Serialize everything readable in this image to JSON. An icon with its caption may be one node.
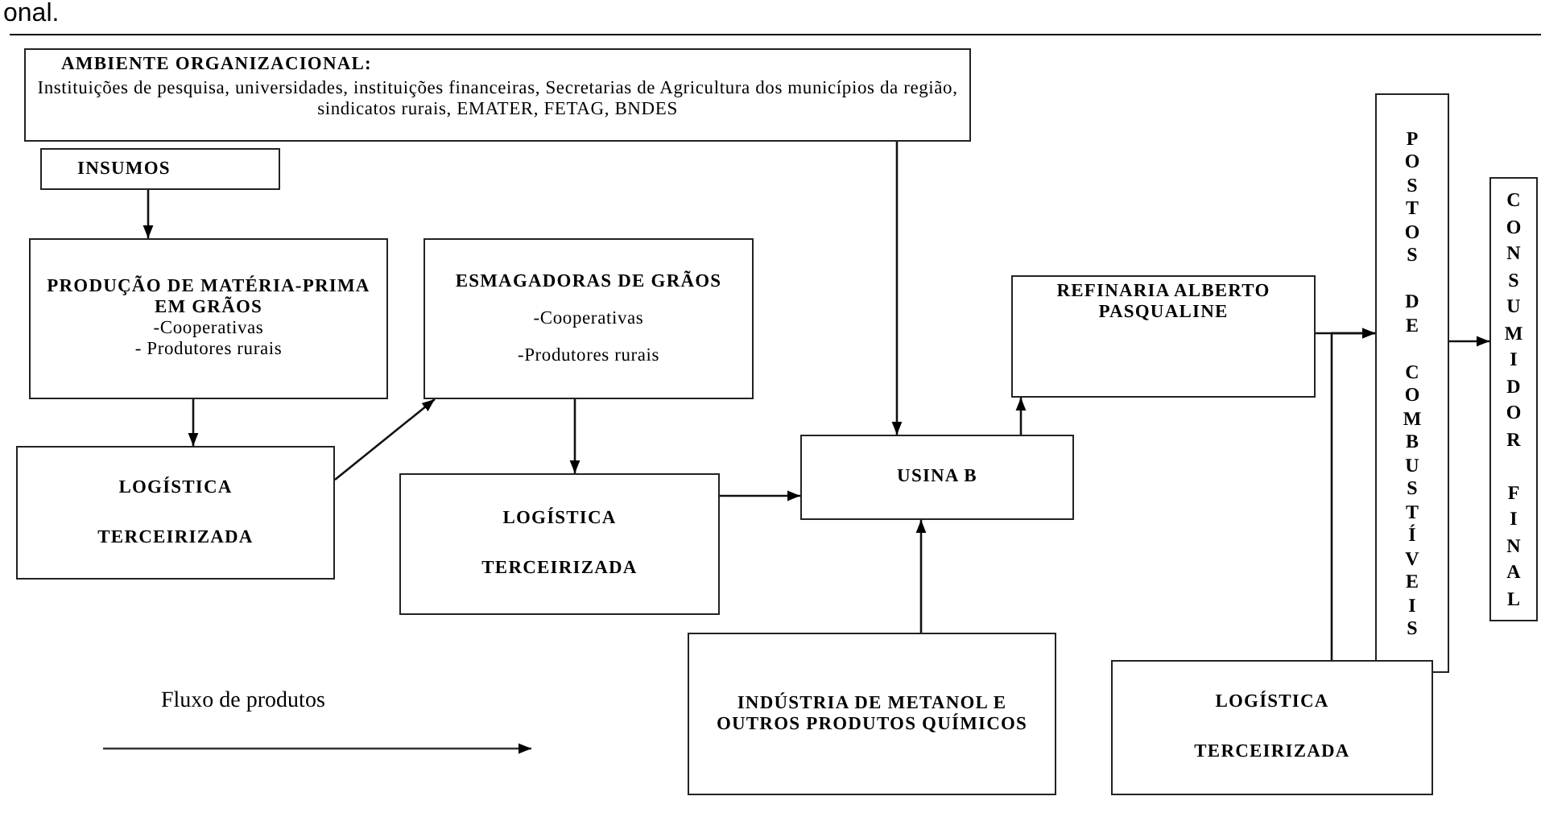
{
  "diagram": {
    "nodes": [
      {
        "text": [
          "AMBIENTE ORGANIZACIONAL:",
          "Instituições de pesquisa, universidades, instituições financeiras, Secretarias de Agricultura dos municípios da região, sindicatos rurais, EMATER, FETAG, BNDES"
        ]
      },
      {
        "text": [
          "INSUMOS"
        ]
      },
      {
        "text": [
          "PRODUÇÃO DE MATÉRIA-PRIMA EM GRÃOS",
          "-Cooperativas",
          "- Produtores rurais"
        ]
      },
      {
        "text": [
          "ESMAGADORAS DE GRÃOS",
          "-Cooperativas",
          "-Produtores rurais"
        ]
      },
      {
        "text": [
          "LOGÍSTICA",
          "TERCEIRIZADA"
        ]
      },
      {
        "text": [
          "LOGÍSTICA",
          "TERCEIRIZADA"
        ]
      },
      {
        "text": [
          "USINA B"
        ]
      },
      {
        "text": [
          "REFINARIA ALBERTO PASQUALINE"
        ]
      },
      {
        "text": [
          "POSTOS DE COMBUSTÍVEIS"
        ]
      },
      {
        "text": [
          "CONSUMIDOR FINAL"
        ]
      },
      {
        "text": [
          "INDÚSTRIA DE METANOL E OUTROS PRODUTOS QUÍMICOS"
        ]
      },
      {
        "text": [
          "LOGÍSTICA",
          "TERCEIRIZADA"
        ]
      }
    ],
    "edges": [
      {
        "from": 1,
        "to": 2,
        "arrow": "to"
      },
      {
        "from": 2,
        "to": 4,
        "arrow": "to"
      },
      {
        "from": 4,
        "to": 3,
        "arrow": "to"
      },
      {
        "from": 3,
        "to": 5,
        "arrow": "to"
      },
      {
        "from": 5,
        "to": 6,
        "arrow": "to"
      },
      {
        "from": 0,
        "to": 6,
        "arrow": "to"
      },
      {
        "from": 10,
        "to": 6,
        "arrow": "to"
      },
      {
        "from": 6,
        "to": 7,
        "arrow": "to"
      },
      {
        "from": 7,
        "to": 8,
        "arrow": "to"
      },
      {
        "from": 11,
        "to": 8,
        "arrow": "to"
      },
      {
        "from": 8,
        "to": 9,
        "arrow": "to"
      }
    ],
    "labels": [
      "onal."
    ],
    "legend": [
      {
        "text": "Fluxo de produtos"
      }
    ]
  }
}
